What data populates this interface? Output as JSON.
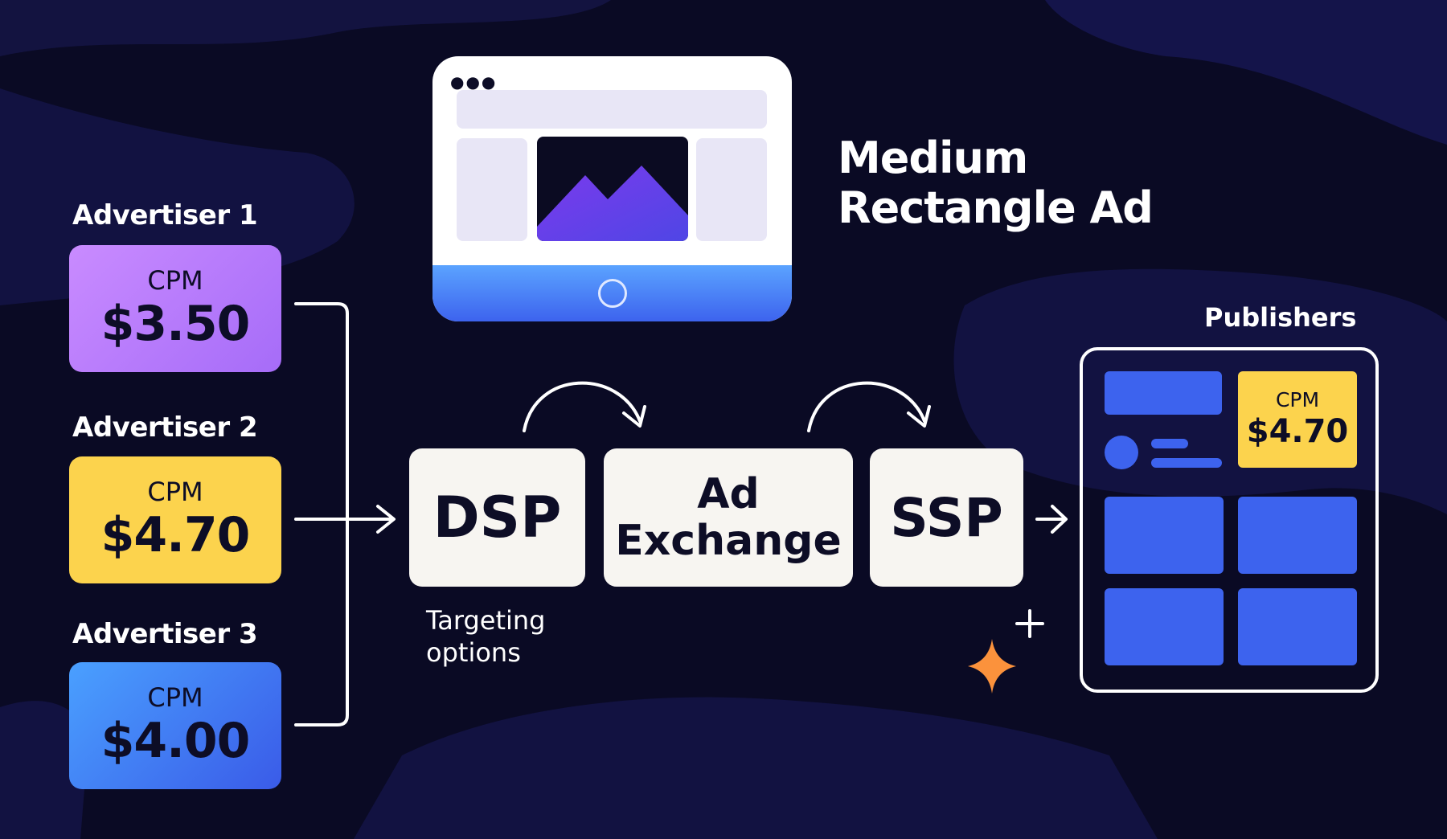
{
  "ad_format": {
    "title_line1": "Medium",
    "title_line2": "Rectangle Ad"
  },
  "advertisers": [
    {
      "label": "Advertiser 1",
      "cpm_label": "CPM",
      "cpm_value": "$3.50"
    },
    {
      "label": "Advertiser 2",
      "cpm_label": "CPM",
      "cpm_value": "$4.70"
    },
    {
      "label": "Advertiser 3",
      "cpm_label": "CPM",
      "cpm_value": "$4.00"
    }
  ],
  "flow": {
    "dsp": "DSP",
    "exchange_line1": "Ad",
    "exchange_line2": "Exchange",
    "ssp": "SSP",
    "targeting_line1": "Targeting",
    "targeting_line2": "options"
  },
  "publishers": {
    "label": "Publishers",
    "cpm_label": "CPM",
    "cpm_value": "$4.70"
  },
  "colors": {
    "background": "#0a0a24",
    "advertiser_1": "#c084fc",
    "advertiser_2": "#fcd34d",
    "advertiser_3": "#3d63ee",
    "flow_box": "#f7f5f1",
    "tile": "#3d63ee",
    "sparkle": "#fb923c"
  }
}
